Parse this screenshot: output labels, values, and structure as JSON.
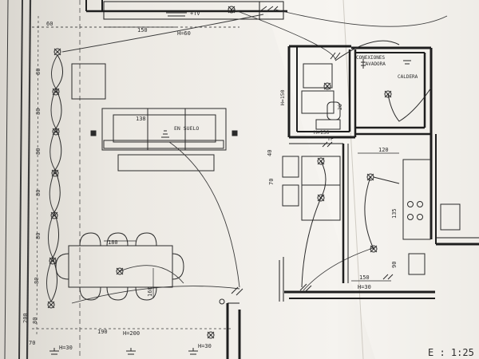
{
  "palette": {
    "paper_light": "#f4f2ee",
    "paper_shadow": "#dcd8cf",
    "ink": "#2a2a2a",
    "wall": "#1e1e1e",
    "wire": "#3a3a3a"
  },
  "labels": {
    "tv": "+TV",
    "dim_150_top": "150",
    "h60": "H=60",
    "dim_60_left": "60",
    "dim_138": "138",
    "en_suelo": "EN SUELO",
    "conexiones": "CONEXIONES",
    "lavadora": "LAVADORA",
    "caldera": "CALDERA",
    "h150_vertical": "H=150",
    "dim_20_wc": "20",
    "h130": "H=130",
    "tf": "TF",
    "dim_40": "40",
    "dim_70": "70",
    "dim_120": "120",
    "dim_135": "135",
    "dim_90": "90",
    "dim_150_kitchen": "150",
    "h30_kitchen": "H=30",
    "dim_180": "180",
    "dim_160": "160",
    "dim_190": "190",
    "h200": "H=200",
    "dim_70_bottom": "70",
    "h30_bottom_left": "H=30",
    "h30_bottom_mid": "H=30",
    "dim_200": "200",
    "scale": "E : 1:25",
    "left_spacing": [
      "80",
      "80",
      "80",
      "80",
      "80",
      "80",
      "80"
    ]
  }
}
